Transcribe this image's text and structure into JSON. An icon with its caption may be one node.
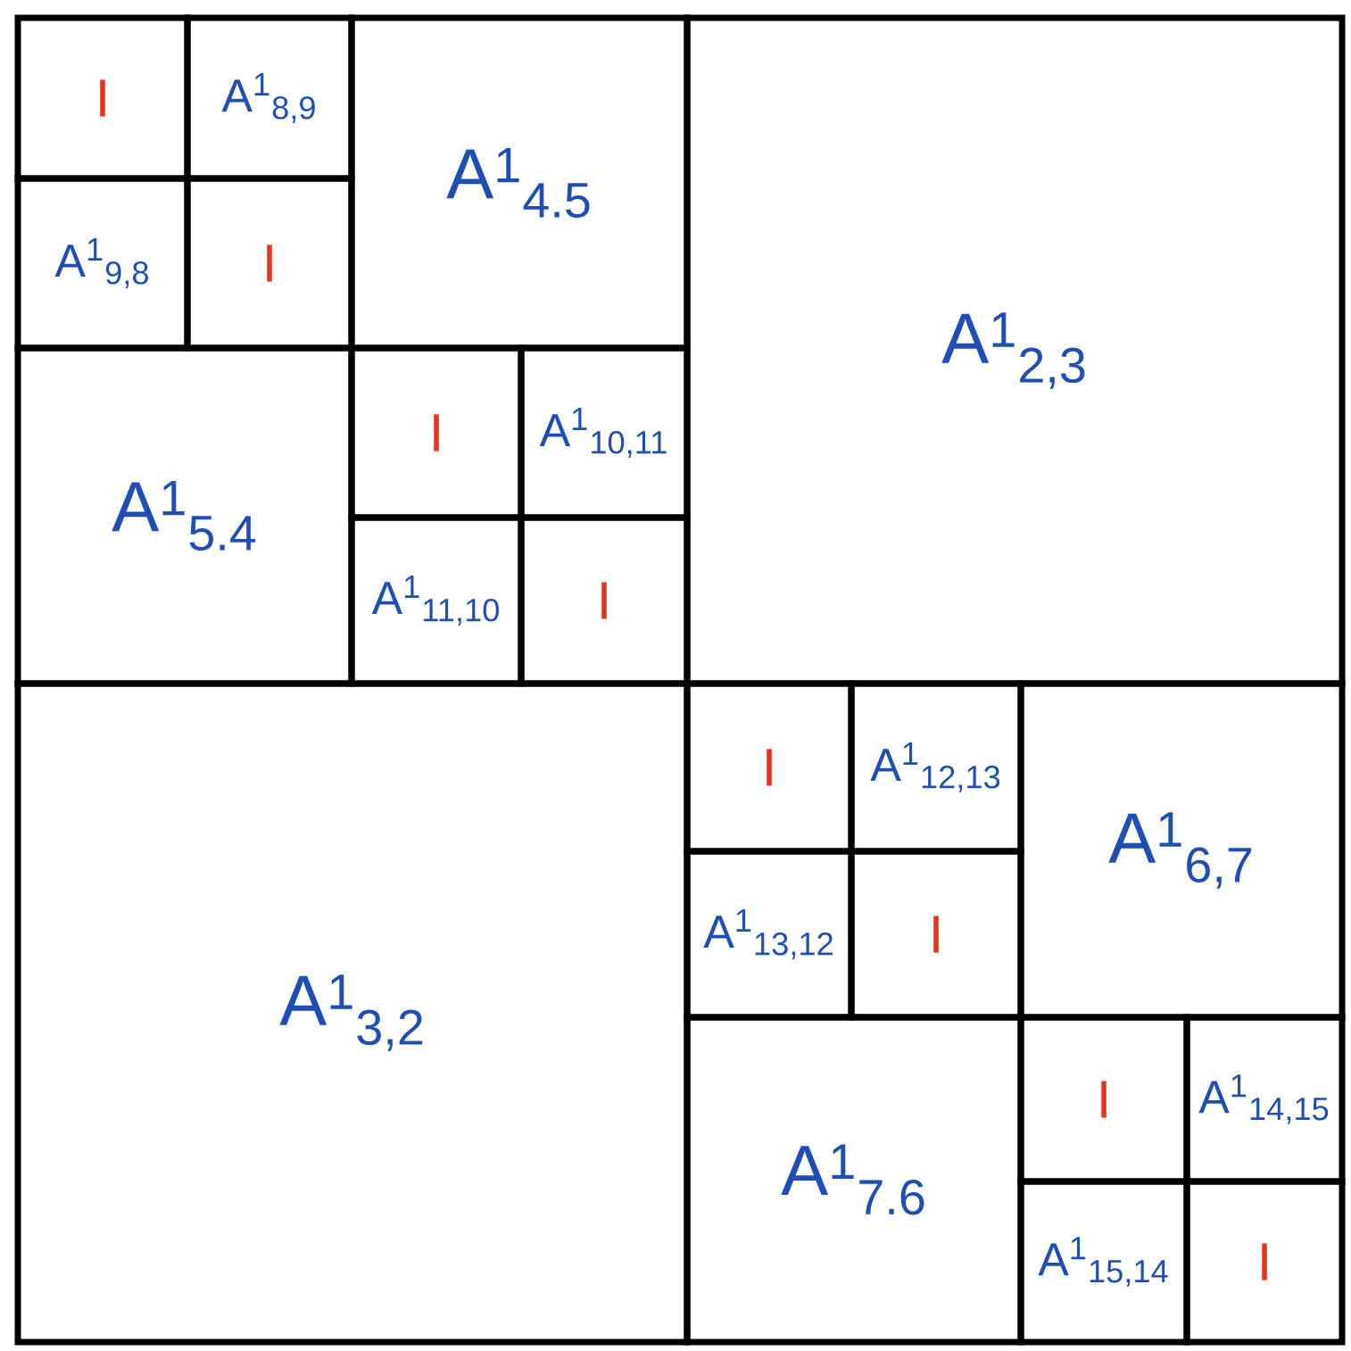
{
  "diagram": {
    "nodes": [
      {
        "text": [
          "I"
        ]
      },
      {
        "text": [
          "A$^{1}$$_{8,9}$"
        ]
      },
      {
        "text": [
          "A$^{1}$$_{4.5}$"
        ]
      },
      {
        "text": [
          "A$^{1}$$_{2,3}$"
        ]
      },
      {
        "text": [
          "A$^{1}$$_{9,8}$"
        ]
      },
      {
        "text": [
          "I"
        ]
      },
      {
        "text": [
          "A$^{1}$$_{5.4}$"
        ]
      },
      {
        "text": [
          "I"
        ]
      },
      {
        "text": [
          "A$^{1}$$_{10,11}$"
        ]
      },
      {
        "text": [
          "A$^{1}$$_{11,10}$"
        ]
      },
      {
        "text": [
          "I"
        ]
      },
      {
        "text": [
          "A$^{1}$$_{3,2}$"
        ]
      },
      {
        "text": [
          "I"
        ]
      },
      {
        "text": [
          "A$^{1}$$_{12,13}$"
        ]
      },
      {
        "text": [
          "A$^{1}$$_{6,7}$"
        ]
      },
      {
        "text": [
          "A$^{1}$$_{13,12}$"
        ]
      },
      {
        "text": [
          "I"
        ]
      },
      {
        "text": [
          "A$^{1}$$_{7.6}$"
        ]
      },
      {
        "text": [
          "I"
        ]
      },
      {
        "text": [
          "A$^{1}$$_{14,15}$"
        ]
      },
      {
        "text": [
          "A$^{1}$$_{15,14}$"
        ]
      },
      {
        "text": [
          "I"
        ]
      }
    ]
  }
}
